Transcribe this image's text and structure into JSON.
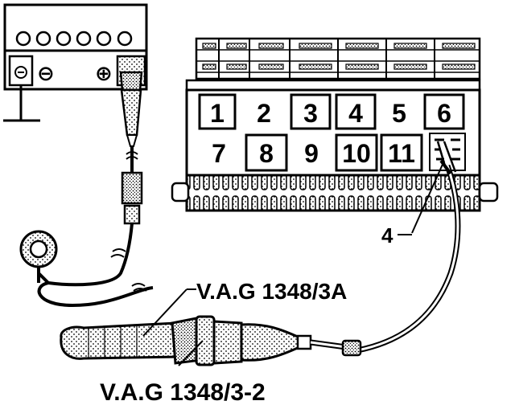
{
  "labels": {
    "callout": "4",
    "tool_top": "V.A.G 1348/3A",
    "tool_bottom": "V.A.G 1348/3-2",
    "battery_negative": "⊖",
    "battery_positive": "⊕"
  },
  "relay_slots": [
    "1",
    "2",
    "3",
    "4",
    "5",
    "6",
    "7",
    "8",
    "9",
    "10",
    "11"
  ]
}
